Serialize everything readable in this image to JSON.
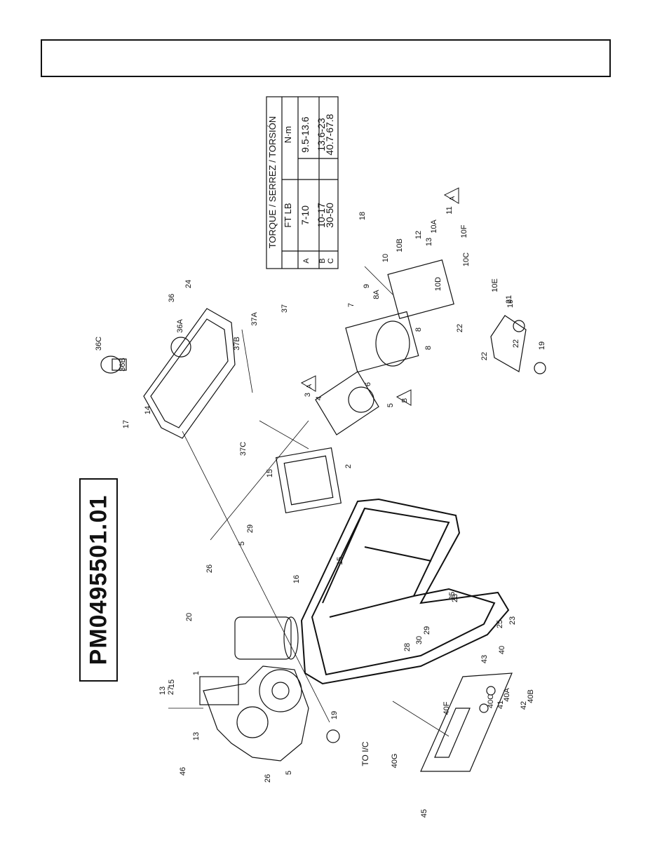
{
  "header": {
    "text": ""
  },
  "model_number": "PM0495501.01",
  "torque_table": {
    "title": "TORQUE / SERREZ / TORSIÓN",
    "columns": [
      "FT LB",
      "N·m"
    ],
    "rows": [
      {
        "symbol": "A",
        "ft_lb": "7-10",
        "nm": "9.5-13.6"
      },
      {
        "symbol": "B",
        "ft_lb": "10-17",
        "nm": "13.6-23"
      },
      {
        "symbol": "C",
        "ft_lb": "30-50",
        "nm": "40.7-67.8"
      }
    ]
  },
  "torque_flags": [
    "A",
    "B",
    "A"
  ],
  "callouts": [
    "1",
    "2",
    "3",
    "4",
    "5",
    "5",
    "5",
    "6",
    "7",
    "8",
    "8",
    "8A",
    "9",
    "10",
    "10A",
    "10B",
    "10C",
    "10D",
    "10E",
    "10F",
    "11",
    "12",
    "13",
    "13",
    "13",
    "14",
    "15",
    "15",
    "15",
    "16",
    "17",
    "18",
    "19",
    "19",
    "19",
    "20",
    "21",
    "22",
    "22",
    "22",
    "23",
    "23",
    "24",
    "25",
    "25",
    "26",
    "26",
    "27",
    "28",
    "29",
    "29",
    "30",
    "36",
    "36A",
    "36B",
    "36C",
    "37",
    "37A",
    "37B",
    "37C",
    "40",
    "40A",
    "40B",
    "40C",
    "40F",
    "40G",
    "41",
    "42",
    "43",
    "45",
    "46"
  ],
  "to_ic_label": "TO I/C"
}
